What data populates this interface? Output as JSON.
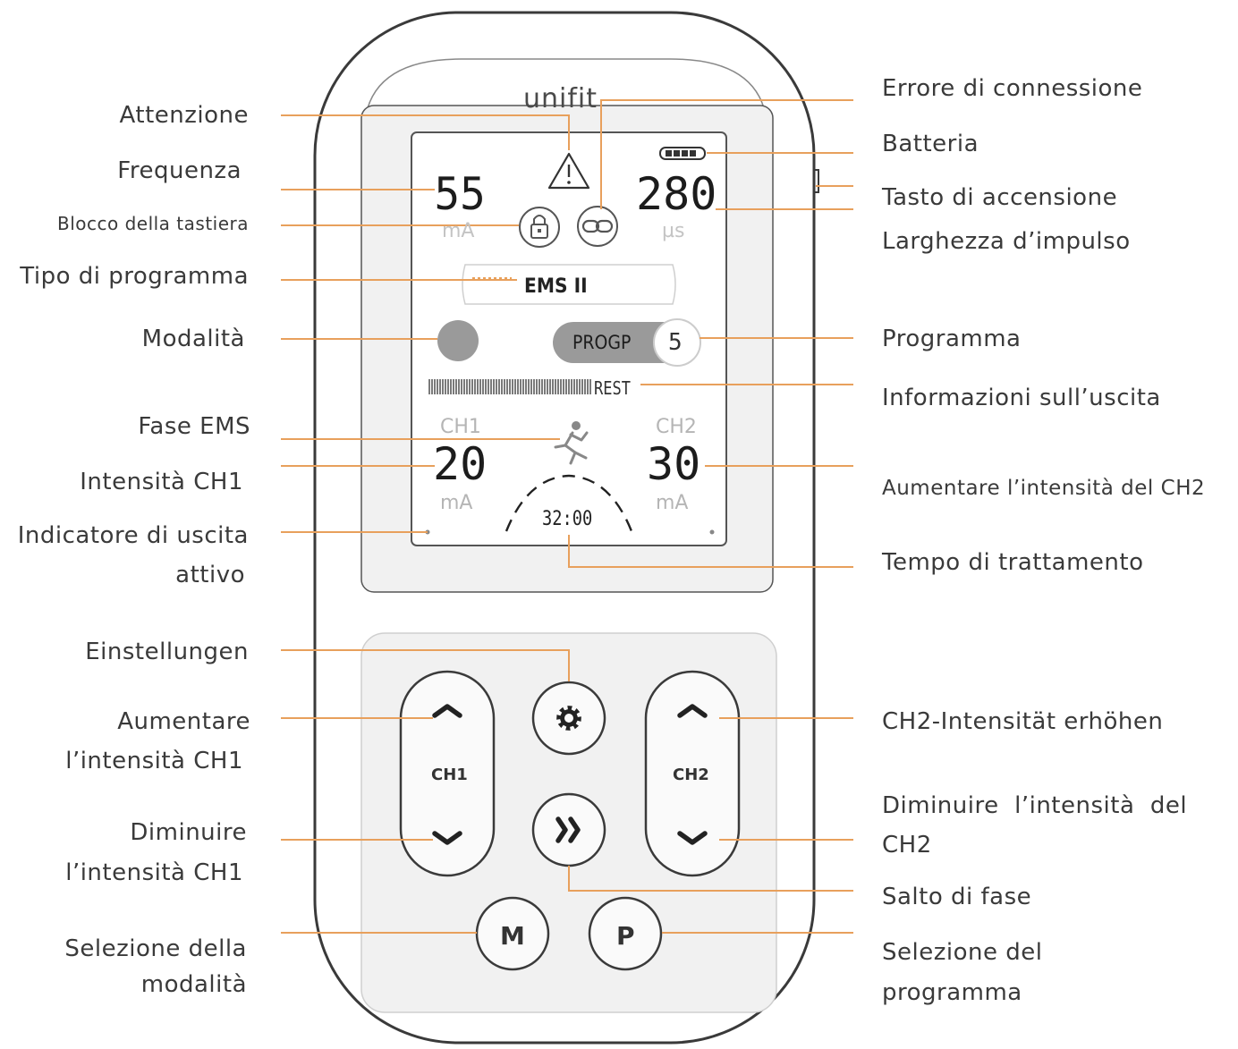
{
  "brand": "unifit",
  "display": {
    "frequency_value": "55",
    "frequency_unit": "mA",
    "pulse_value": "280",
    "pulse_unit": "µs",
    "program_type": "EMS II",
    "program_tag": "PROGP",
    "program_number": "5",
    "output_tag": "REST",
    "ch1_label": "CH1",
    "ch1_value": "20",
    "ch1_unit": "mA",
    "ch2_label": "CH2",
    "ch2_value": "30",
    "ch2_unit": "mA",
    "timer": "32:00"
  },
  "buttons": {
    "ch1_label": "CH1",
    "ch2_label": "CH2",
    "mode_label": "M",
    "program_label": "P"
  },
  "labels_left": {
    "attenzione": "Attenzione",
    "frequenza": "Frequenza",
    "blocco": "Blocco della tastiera",
    "tipo_programma": "Tipo di programma",
    "modalita": "Modalità",
    "fase_ems": "Fase EMS",
    "intensita_ch1": "Intensità CH1",
    "indicatore_1": "Indicatore di uscita",
    "indicatore_2": "attivo",
    "einstellungen": "Einstellungen",
    "aumentare_1": "Aumentare",
    "aumentare_2": "l’intensità CH1",
    "diminuire_1": "Diminuire",
    "diminuire_2": "l’intensità CH1",
    "selezione_mod_1": "Selezione della",
    "selezione_mod_2": "modalità"
  },
  "labels_right": {
    "errore": "Errore di connessione",
    "batteria": "Batteria",
    "tasto": "Tasto di accensione",
    "larghezza": "Larghezza d’impulso",
    "programma": "Programma",
    "informazioni": "Informazioni sull’uscita",
    "aumentare_ch2": "Aumentare l’intensità del CH2",
    "tempo": "Tempo di trattamento",
    "ch2_erhoehen": "CH2-Intensität erhöhen",
    "diminuire_ch2_1": "Diminuire  l’intensità  del",
    "diminuire_ch2_2": "CH2",
    "salto": "Salto di fase",
    "selezione_prog_1": "Selezione del",
    "selezione_prog_2": "programma"
  },
  "colors": {
    "leader": "#e8a05c",
    "outline": "#3a3a3a",
    "panel": "#f1f1f1",
    "screen": "#ffffff",
    "unit_gray": "#c4c4c4"
  }
}
